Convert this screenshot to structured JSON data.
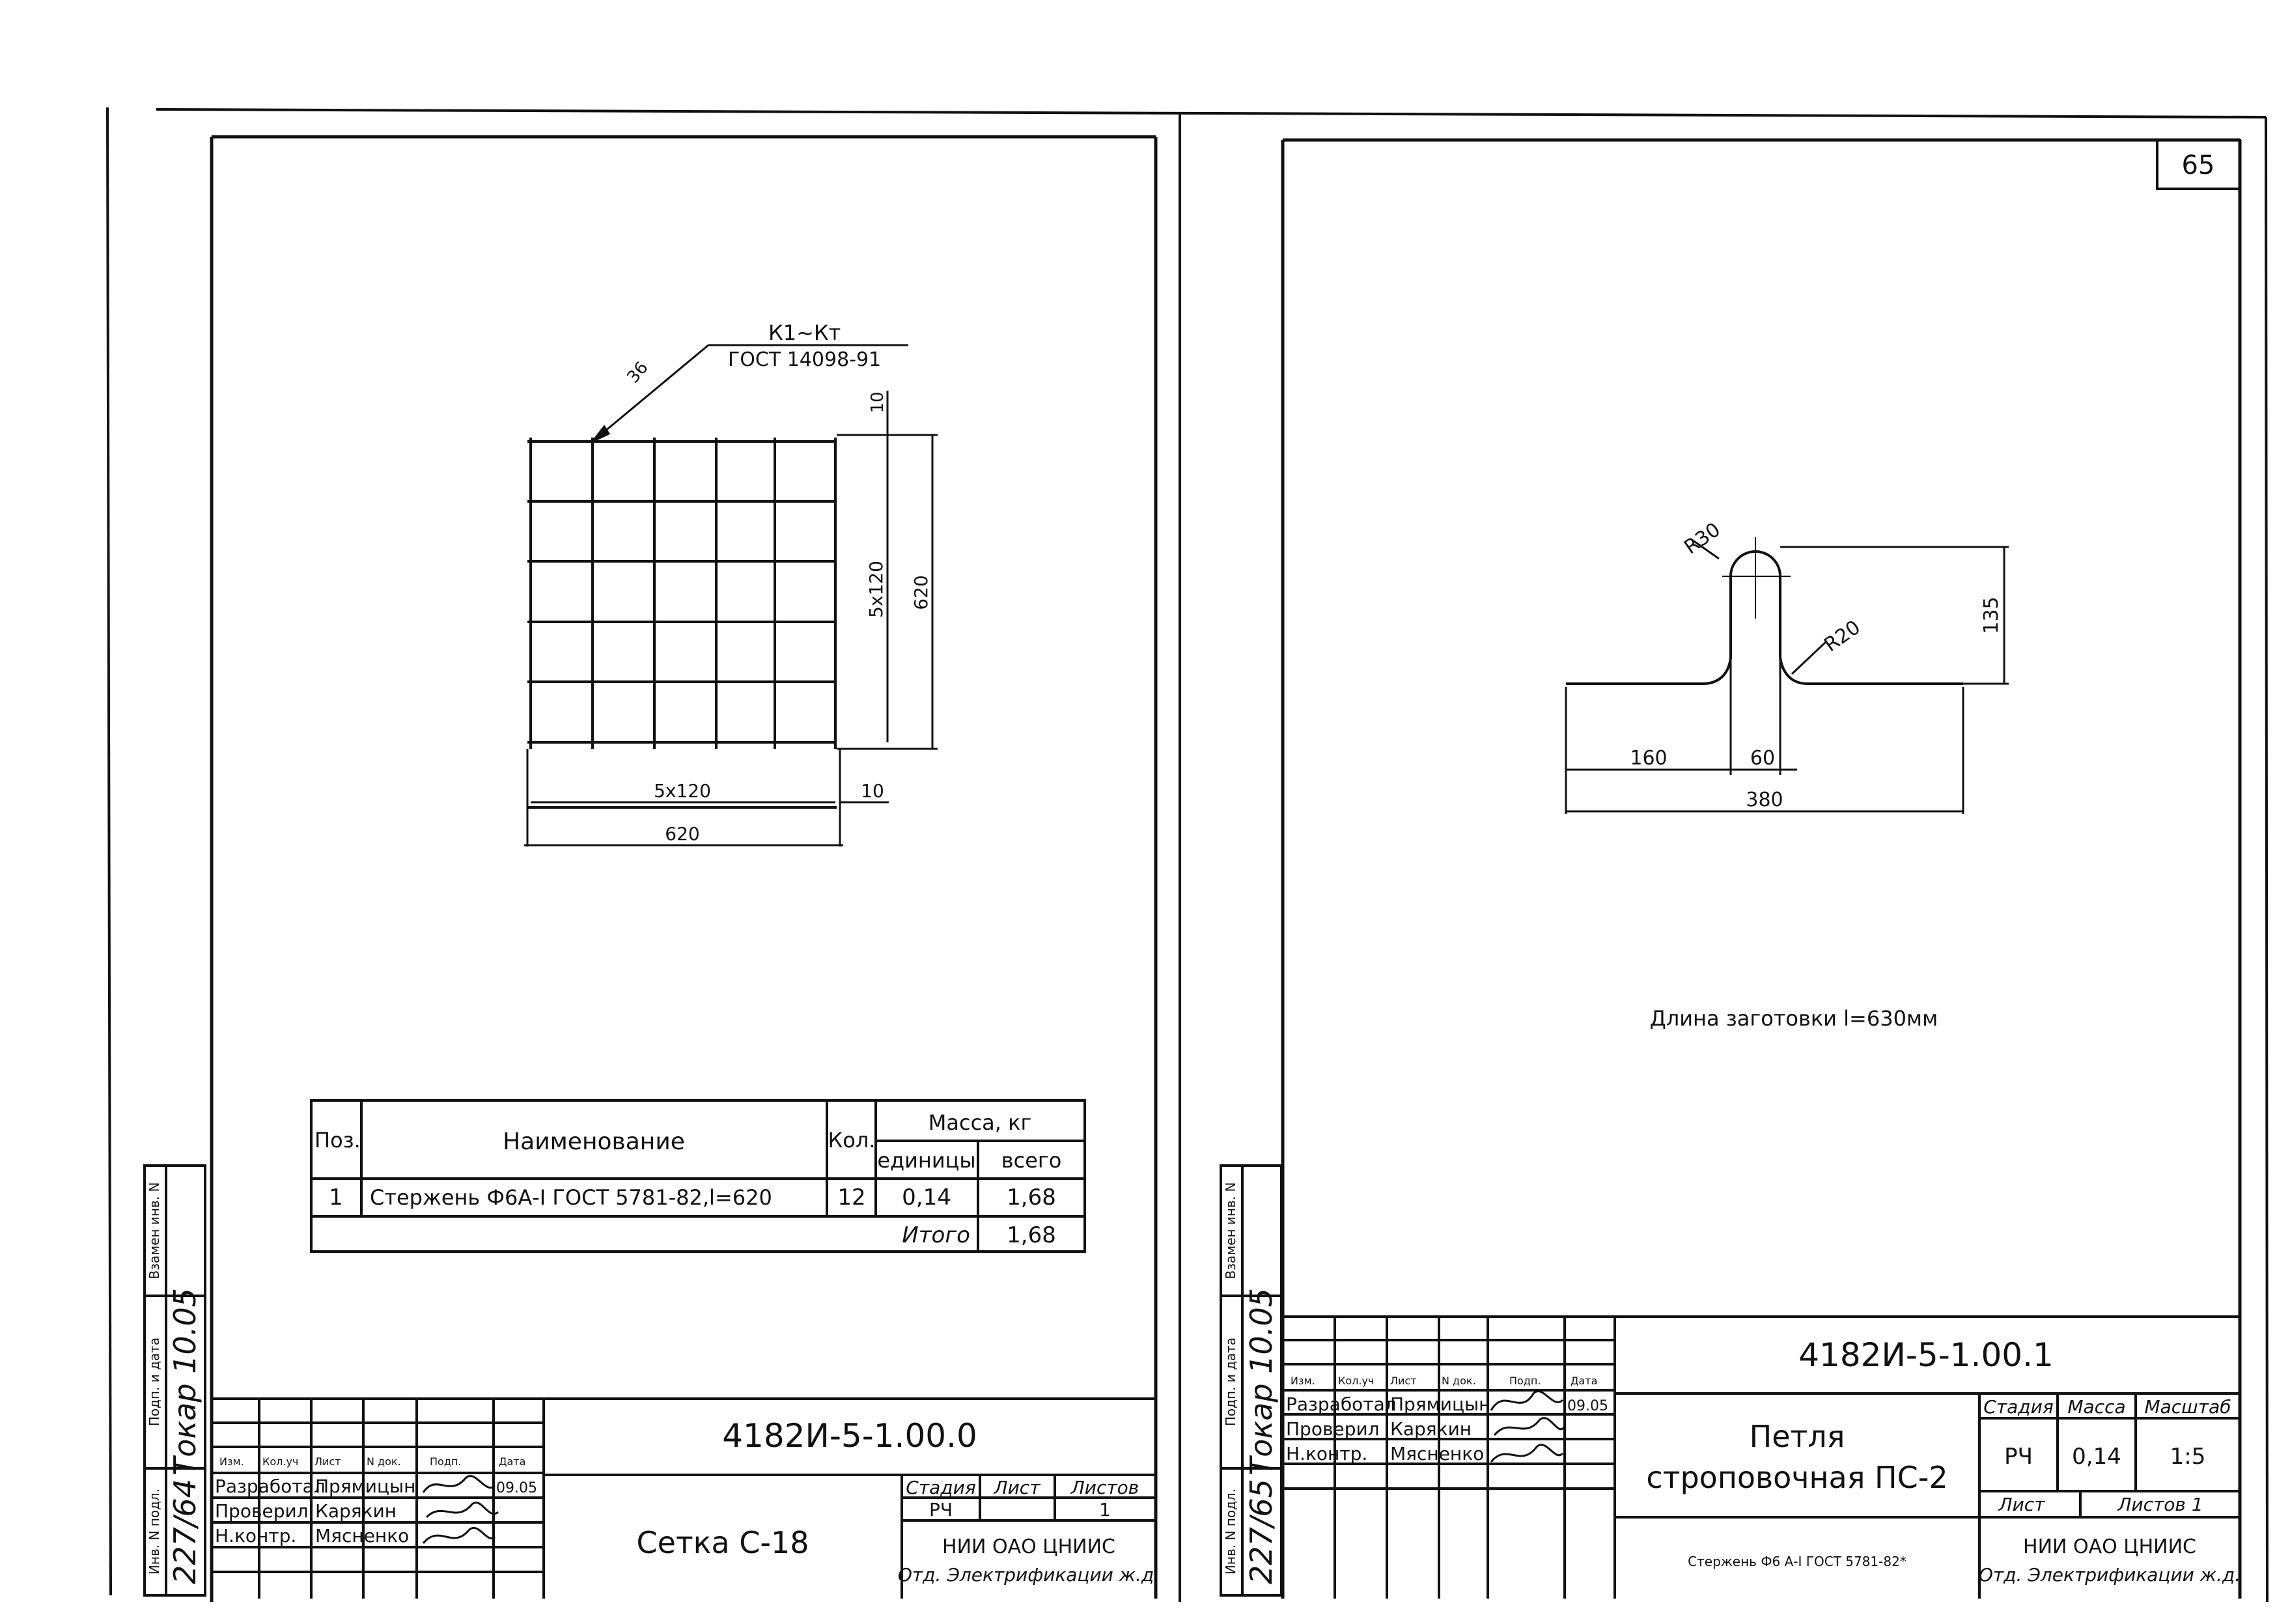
{
  "left_sheet": {
    "mesh_label": {
      "line1": "К1~Кт",
      "line2": "ГОСТ 14098-91",
      "weld": "36"
    },
    "dims": {
      "pitch_vertical": "5х120",
      "total_vertical": "620",
      "offset_top": "10",
      "pitch_horizontal": "5х120",
      "offset_right": "10",
      "total_horizontal": "620"
    },
    "spec_table": {
      "hdr_pos": "Поз.",
      "hdr_name": "Наименование",
      "hdr_qty": "Кол.",
      "hdr_mass": "Масса, кг",
      "hdr_unit": "единицы",
      "hdr_total": "всего",
      "row_pos": "1",
      "row_name": "Стержень Ф6А-I ГОСТ 5781-82,l=620",
      "row_qty": "12",
      "row_unit": "0,14",
      "row_total": "1,68",
      "sum_label": "Итого",
      "sum_value": "1,68"
    },
    "side_stamp": {
      "inv_n": "Инв. N подл.",
      "sign_date": "Подп. и дата",
      "replace": "Взамен инв. N",
      "hand_inv": "227/64",
      "hand_sign": "Токар 10.05"
    },
    "title_block": {
      "code": "4182И-5-1.00.0",
      "name": "Сетка С-18",
      "h_izm": "Изм.",
      "h_kol": "Кол.уч",
      "h_list": "Лист",
      "h_ndoc": "N док.",
      "h_podp": "Подп.",
      "h_data": "Дата",
      "r1_role": "Разработал",
      "r1_name": "Прямицын",
      "r1_date": "09.05",
      "r2_role": "Проверил",
      "r2_name": "Карякин",
      "r3_role": "Н.контр.",
      "r3_name": "Мясненко",
      "stage_h": "Стадия",
      "sheet_h": "Лист",
      "sheets_h": "Листов",
      "stage": "РЧ",
      "sheet": "",
      "sheets": "1",
      "org1": "НИИ ОАО ЦНИИС",
      "org2": "Отд. Электрификации ж.д."
    }
  },
  "right_sheet": {
    "page_number": "65",
    "dims": {
      "r30": "R30",
      "r20": "R20",
      "h135": "135",
      "d160": "160",
      "d60": "60",
      "d380": "380"
    },
    "blank_length": "Длина заготовки l=630мм",
    "side_stamp": {
      "inv_n": "Инв. N подл.",
      "sign_date": "Подп. и дата",
      "replace": "Взамен инв. N",
      "hand_inv": "227/65",
      "hand_sign": "Токар 10.05"
    },
    "title_block": {
      "code": "4182И-5-1.00.1",
      "name1": "Петля",
      "name2": "строповочная ПС-2",
      "material": "Стержень Ф6 А-I ГОСТ 5781-82*",
      "h_izm": "Изм.",
      "h_kol": "Кол.уч",
      "h_list": "Лист",
      "h_ndoc": "N док.",
      "h_podp": "Подп.",
      "h_data": "Дата",
      "r1_role": "Разработал",
      "r1_name": "Прямицын",
      "r1_date": "09.05",
      "r2_role": "Проверил",
      "r2_name": "Карякин",
      "r3_role": "Н.контр.",
      "r3_name": "Мясненко",
      "stage_h": "Стадия",
      "mass_h": "Масса",
      "scale_h": "Масштаб",
      "stage": "РЧ",
      "mass": "0,14",
      "scale": "1:5",
      "sheet_h": "Лист",
      "sheets_h": "Листов 1",
      "org1": "НИИ ОАО ЦНИИС",
      "org2": "Отд. Электрификации ж.д."
    }
  }
}
